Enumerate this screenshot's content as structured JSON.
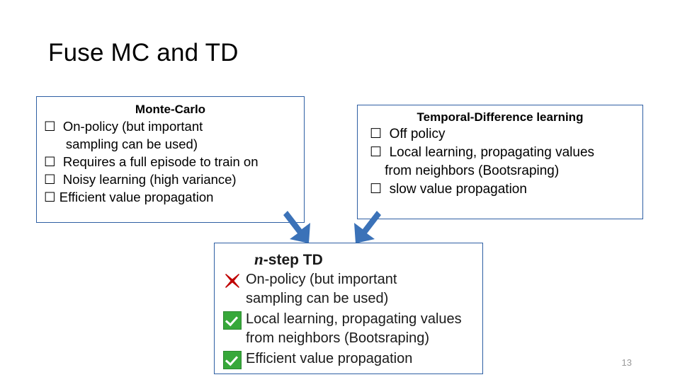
{
  "slide": {
    "title": "Fuse MC and TD",
    "page_number": "13",
    "accent_color": "#2e5fa3",
    "check_color": "#37a83a",
    "cross_color": "#c00000"
  },
  "monte_carlo_box": {
    "heading": "Monte-Carlo",
    "bullets": [
      "☐  On-policy (but important\n      sampling can be used)",
      "☐  Requires a full episode to train on",
      "☐  Noisy learning (high variance)",
      "☐ Efficient value propagation"
    ]
  },
  "temporal_difference_box": {
    "heading": "Temporal-Difference learning",
    "bullets": [
      "☐  Off policy",
      "☐  Local learning, propagating values\n    from neighbors (Bootsraping)",
      "☐  slow value propagation"
    ]
  },
  "nstep_box": {
    "heading_italic": "n",
    "heading_rest": "-step TD",
    "items": [
      {
        "icon": "red-x-icon",
        "text": "On-policy (but important",
        "continuation": "sampling can be used)"
      },
      {
        "icon": "green-check-icon",
        "text": "Local learning, propagating values",
        "continuation": "from neighbors (Bootsraping)"
      },
      {
        "icon": "green-check-icon",
        "text": "Efficient value propagation",
        "continuation": ""
      }
    ]
  },
  "arrows": [
    {
      "name": "arrow-mc-to-nstep",
      "direction": "down-right"
    },
    {
      "name": "arrow-td-to-nstep",
      "direction": "down-left"
    }
  ]
}
